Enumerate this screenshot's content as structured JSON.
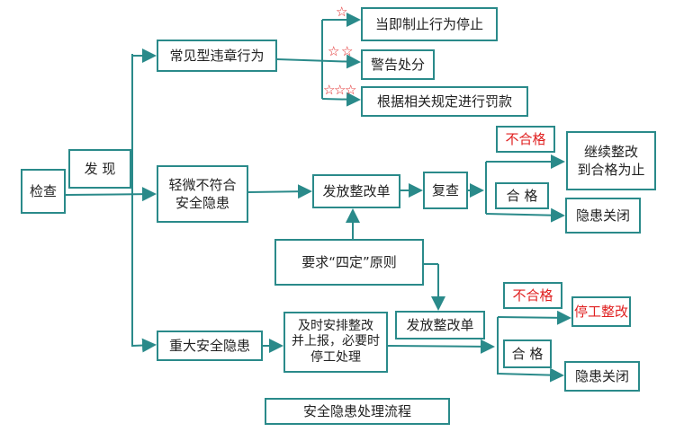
{
  "title": "安全隐患处理流程",
  "nodes": {
    "inspect": "检查",
    "discover": "发 现",
    "common_violation": "常见型违章行为",
    "stop_now": "当即制止行为停止",
    "warning": "警告处分",
    "fine": "根据相关规定进行罚款",
    "minor_hazard": "轻微不符合\n安全隐患",
    "issue_notice_1": "发放整改单",
    "recheck": "复查",
    "fail_1": "不合格",
    "continue_fix": "继续整改\n到合格为止",
    "pass_1": "合 格",
    "close_1": "隐患关闭",
    "four_principles": "要求“四定”原则",
    "major_hazard": "重大安全隐患",
    "timely_fix": "及时安排整改\n并上报，必要时\n停工处理",
    "issue_notice_2": "发放整改单",
    "fail_2": "不合格",
    "stop_work": "停工整改",
    "pass_2": "合 格",
    "close_2": "隐患关闭"
  },
  "stars": {
    "stop_now": 1,
    "warning": 2,
    "fine": 3
  },
  "colors": {
    "line": "#2a8a8a",
    "alert": "#e02020"
  }
}
